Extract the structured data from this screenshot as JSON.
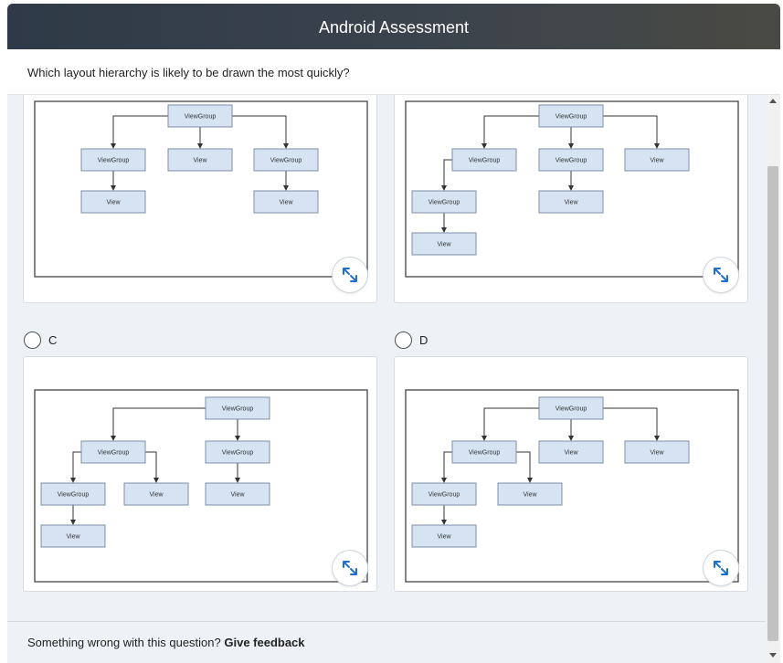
{
  "header": {
    "title": "Android Assessment"
  },
  "question": {
    "text": "Which layout hierarchy is likely to be drawn the most quickly?"
  },
  "options": [
    {
      "letter": "",
      "expand_icon": "expand-arrows-icon",
      "nodes": [
        {
          "id": "r",
          "label": "ViewGroup"
        },
        {
          "id": "a",
          "label": "ViewGroup"
        },
        {
          "id": "b",
          "label": "View"
        },
        {
          "id": "c",
          "label": "ViewGroup"
        },
        {
          "id": "a1",
          "label": "View"
        },
        {
          "id": "c1",
          "label": "View"
        }
      ],
      "edges": [
        [
          "r",
          "a"
        ],
        [
          "r",
          "b"
        ],
        [
          "r",
          "c"
        ],
        [
          "a",
          "a1"
        ],
        [
          "c",
          "c1"
        ]
      ]
    },
    {
      "letter": "",
      "expand_icon": "expand-arrows-icon",
      "nodes": [
        {
          "id": "r",
          "label": "ViewGroup"
        },
        {
          "id": "a",
          "label": "ViewGroup"
        },
        {
          "id": "b",
          "label": "ViewGroup"
        },
        {
          "id": "c",
          "label": "View"
        },
        {
          "id": "a1",
          "label": "ViewGroup"
        },
        {
          "id": "b1",
          "label": "View"
        },
        {
          "id": "a11",
          "label": "View"
        }
      ],
      "edges": [
        [
          "r",
          "a"
        ],
        [
          "r",
          "b"
        ],
        [
          "r",
          "c"
        ],
        [
          "a",
          "a1"
        ],
        [
          "b",
          "b1"
        ],
        [
          "a1",
          "a11"
        ]
      ]
    },
    {
      "letter": "C",
      "expand_icon": "expand-arrows-icon",
      "nodes": [
        {
          "id": "r",
          "label": "ViewGroup"
        },
        {
          "id": "a",
          "label": "ViewGroup"
        },
        {
          "id": "b",
          "label": "ViewGroup"
        },
        {
          "id": "a1",
          "label": "ViewGroup"
        },
        {
          "id": "a2",
          "label": "View"
        },
        {
          "id": "b1",
          "label": "View"
        },
        {
          "id": "a11",
          "label": "View"
        }
      ],
      "edges": [
        [
          "r",
          "a"
        ],
        [
          "r",
          "b"
        ],
        [
          "a",
          "a1"
        ],
        [
          "a",
          "a2"
        ],
        [
          "b",
          "b1"
        ],
        [
          "a1",
          "a11"
        ]
      ]
    },
    {
      "letter": "D",
      "expand_icon": "expand-arrows-icon",
      "nodes": [
        {
          "id": "r",
          "label": "ViewGroup"
        },
        {
          "id": "a",
          "label": "ViewGroup"
        },
        {
          "id": "b",
          "label": "View"
        },
        {
          "id": "c",
          "label": "View"
        },
        {
          "id": "a1",
          "label": "ViewGroup"
        },
        {
          "id": "a2",
          "label": "View"
        },
        {
          "id": "a11",
          "label": "View"
        }
      ],
      "edges": [
        [
          "r",
          "a"
        ],
        [
          "r",
          "b"
        ],
        [
          "r",
          "c"
        ],
        [
          "a",
          "a1"
        ],
        [
          "a",
          "a2"
        ],
        [
          "a1",
          "a11"
        ]
      ]
    }
  ],
  "feedback": {
    "prefix": "Something wrong with this question?",
    "link": "Give feedback"
  },
  "colors": {
    "node_fill": "#d6e3f3",
    "node_stroke": "#7d8fa3",
    "expand_arrow": "#1f6fd1"
  }
}
